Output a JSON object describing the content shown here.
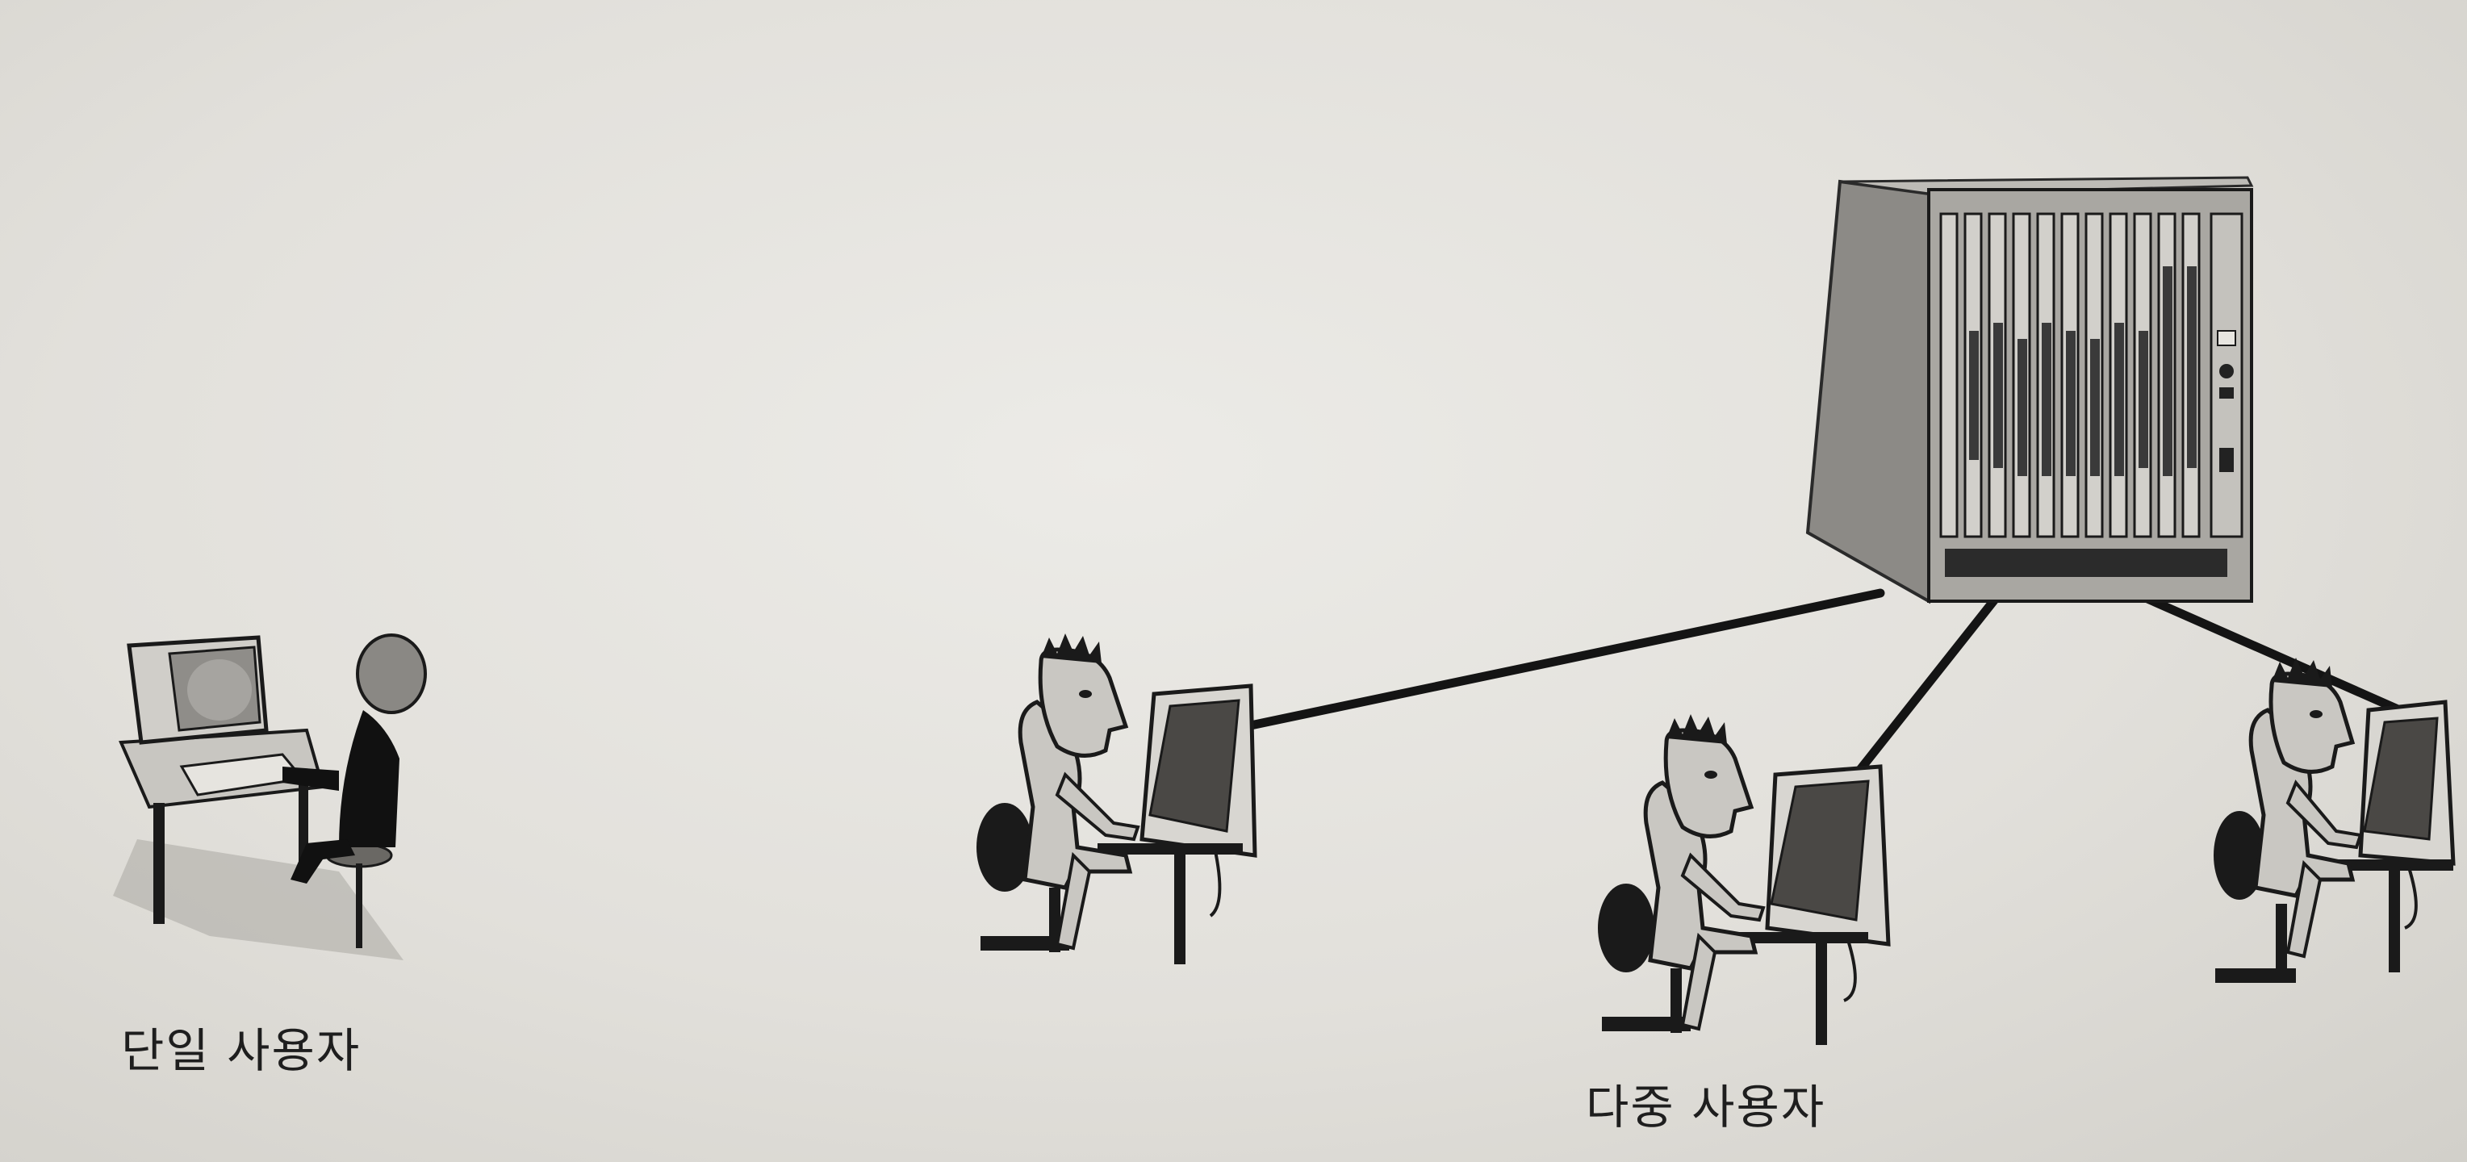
{
  "labels": {
    "single_user": "단일 사용자",
    "multi_user": "다중 사용자"
  },
  "colors": {
    "background": "#e3e1dc",
    "ink": "#1e1e1e",
    "figure_gray": "#b9b7b2",
    "server_gray": "#9a9894"
  },
  "icons": {
    "single_user_figure": "person-at-personal-computer",
    "server": "rack-server",
    "terminal_user": "person-at-terminal"
  }
}
